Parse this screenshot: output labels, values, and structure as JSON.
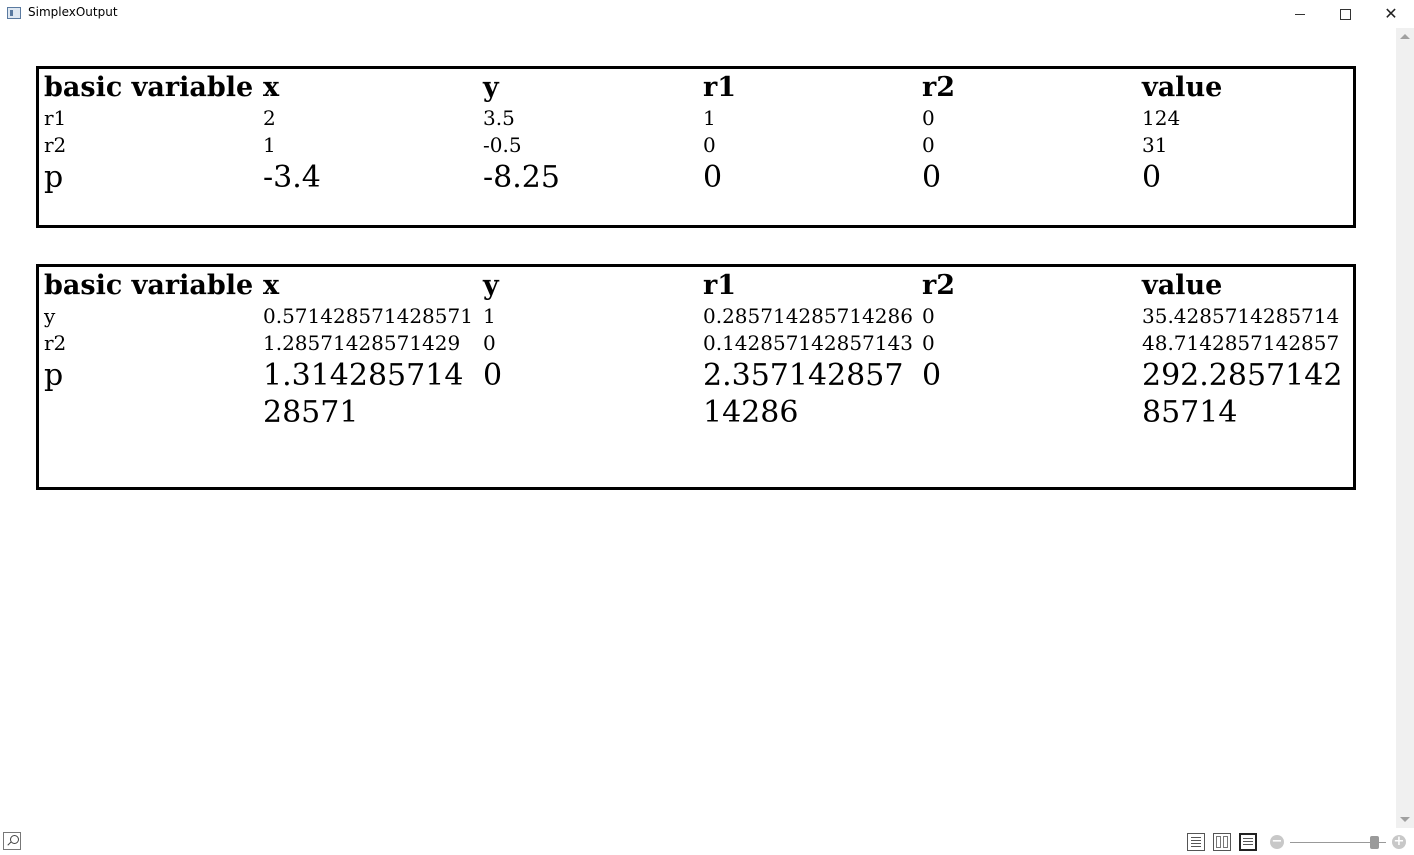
{
  "window": {
    "title": "SimplexOutput"
  },
  "tableaux": [
    {
      "headers": [
        "basic variable",
        "x",
        "y",
        "r1",
        "r2",
        "value"
      ],
      "rows": [
        [
          "r1",
          "2",
          "3.5",
          "1",
          "0",
          "124"
        ],
        [
          "r2",
          "1",
          "-0.5",
          "0",
          "0",
          "31"
        ],
        [
          "p",
          "-3.4",
          "-8.25",
          "0",
          "0",
          "0"
        ]
      ]
    },
    {
      "headers": [
        "basic variable",
        "x",
        "y",
        "r1",
        "r2",
        "value"
      ],
      "rows": [
        [
          "y",
          "0.571428571428571",
          "1",
          "0.285714285714286",
          "0",
          "35.4285714285714"
        ],
        [
          "r2",
          "1.28571428571429",
          "0",
          "0.142857142857143",
          "0",
          "48.7142857142857"
        ],
        [
          "p",
          "1.31428571428571",
          "0",
          "2.35714285714286",
          "0",
          "292.285714285714"
        ]
      ]
    }
  ],
  "statusbar": {
    "view_modes": [
      "single-page-view",
      "two-page-view",
      "scroll-view"
    ],
    "active_view": "scroll-view",
    "zoom_level": 0.88
  }
}
